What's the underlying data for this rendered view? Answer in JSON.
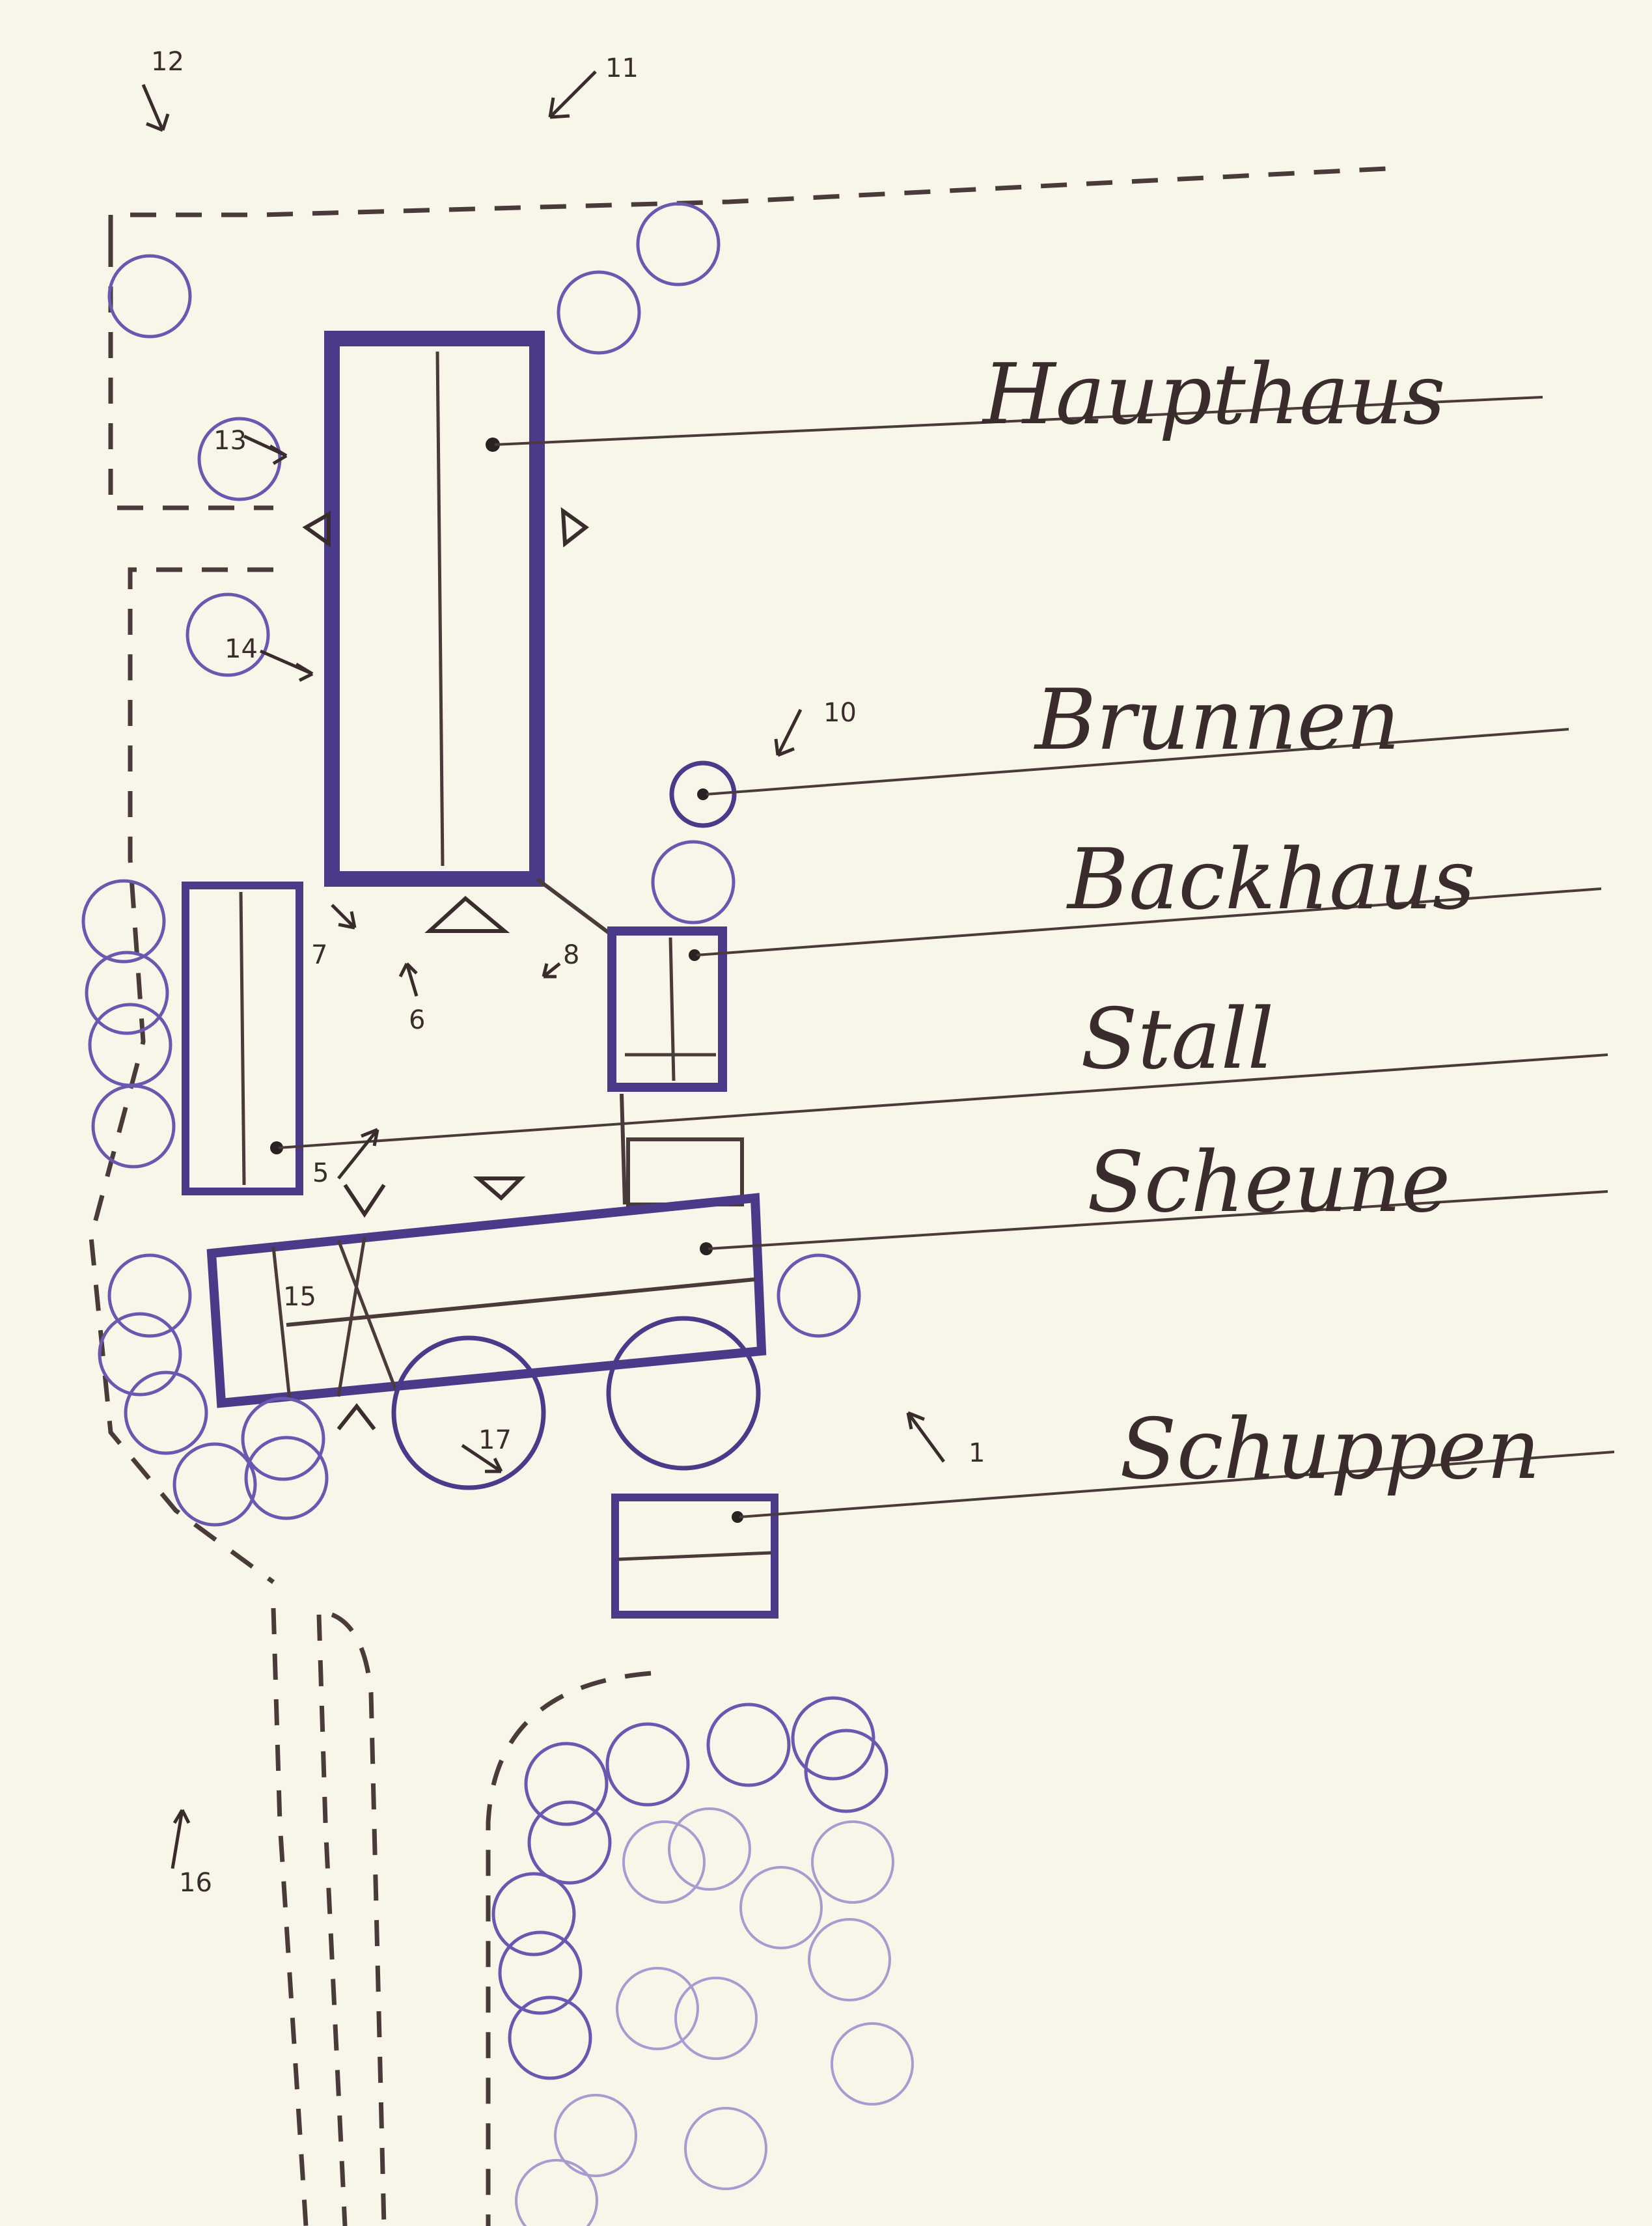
{
  "labels": {
    "haupthaus": "Haupthaus",
    "brunnen": "Brunnen",
    "backhaus": "Backhaus",
    "stall": "Stall",
    "scheune": "Scheune",
    "schuppen": "Schuppen"
  },
  "numbers": {
    "n1": "1",
    "n5": "5",
    "n6": "6",
    "n7": "7",
    "n8": "8",
    "n10": "10",
    "n11": "11",
    "n12": "12",
    "n13": "13",
    "n14": "14",
    "n15": "15",
    "n16": "16",
    "n17": "17"
  },
  "colors": {
    "building_outline": "#4b3a8a",
    "ink": "#4a3a3a",
    "tree": "#6a58b0",
    "paper": "#f8f5e9"
  }
}
